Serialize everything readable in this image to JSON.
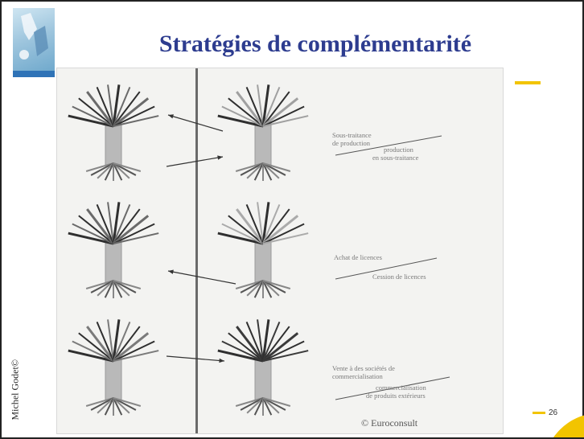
{
  "title": "Stratégies de complémentarité",
  "author": "Michel Godet©",
  "page_number": "26",
  "figure": {
    "row1_labels": [
      "Sous-traitance",
      "de production",
      "production",
      "en sous-traitance"
    ],
    "row2_labels": [
      "Achat de licences",
      "Cession de licences"
    ],
    "row3_labels": [
      "Vente à des sociétés de",
      "commercialisation",
      "commercialisation",
      "de produits extérieurs"
    ],
    "credit": "© Euroconsult"
  },
  "colors": {
    "title": "#2d3c8f",
    "accent_yellow": "#f2c400",
    "frame": "#222222"
  },
  "icons": [
    "logo-icon",
    "arrow-icon"
  ]
}
